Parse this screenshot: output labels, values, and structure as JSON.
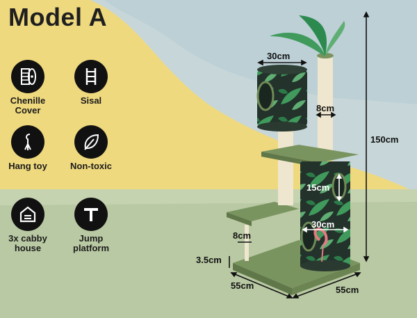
{
  "title": "Model A",
  "features": [
    {
      "icon": "chenille-roll-icon",
      "label": "Chenille Cover"
    },
    {
      "icon": "sisal-ladder-icon",
      "label": "Sisal"
    },
    {
      "icon": "hang-toy-icon",
      "label": "Hang toy"
    },
    {
      "icon": "leaf-icon",
      "label": "Non-toxic"
    },
    {
      "icon": "house-icon",
      "label": "3x cabby house"
    },
    {
      "icon": "jump-platform-icon",
      "label": "Jump platform"
    }
  ],
  "dimensions": {
    "top_house_width": "30cm",
    "post_width": "8cm",
    "total_height": "150cm",
    "middle_house_height": "15cm",
    "middle_house_width": "30cm",
    "lower_post_width": "8cm",
    "base_thickness": "3.5cm",
    "base_depth": "55cm",
    "base_width": "55cm"
  },
  "colors": {
    "sky": "#dfe1cf",
    "yellow_shape": "#efd97e",
    "blue_shape": "#b9d1d9",
    "floor": "#b6c7a2",
    "carpet_green": "#7a9460",
    "post_sisal": "#efe6cf",
    "house_dark": "#23322b",
    "leaf_green": "#3f9a5c"
  }
}
